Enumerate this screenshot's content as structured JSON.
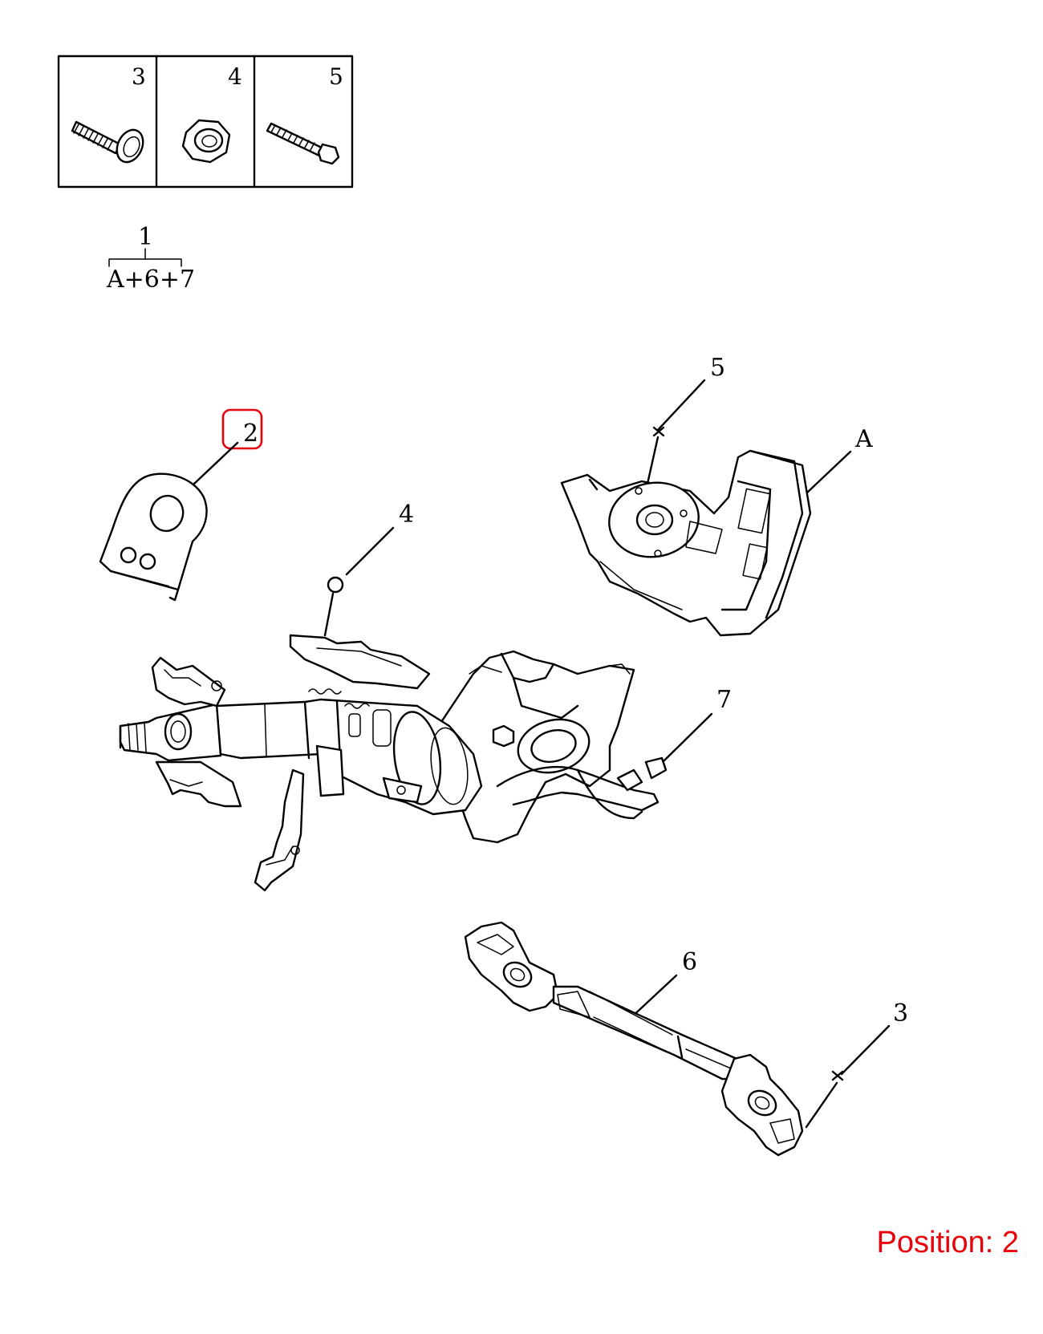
{
  "hardware_box": {
    "cells": [
      {
        "number": "3",
        "icon": "bolt-icon"
      },
      {
        "number": "4",
        "icon": "nut-icon"
      },
      {
        "number": "5",
        "icon": "screw-icon"
      }
    ]
  },
  "assembly": {
    "number": "1",
    "components": "A+6+7"
  },
  "callouts": {
    "bracket": "2",
    "screw": "5",
    "control_unit": "A",
    "nut": "4",
    "harness": "7",
    "intermediate_shaft": "6",
    "bolt": "3"
  },
  "highlight_color": "#e8000b",
  "position": {
    "text": "Position: 2"
  }
}
